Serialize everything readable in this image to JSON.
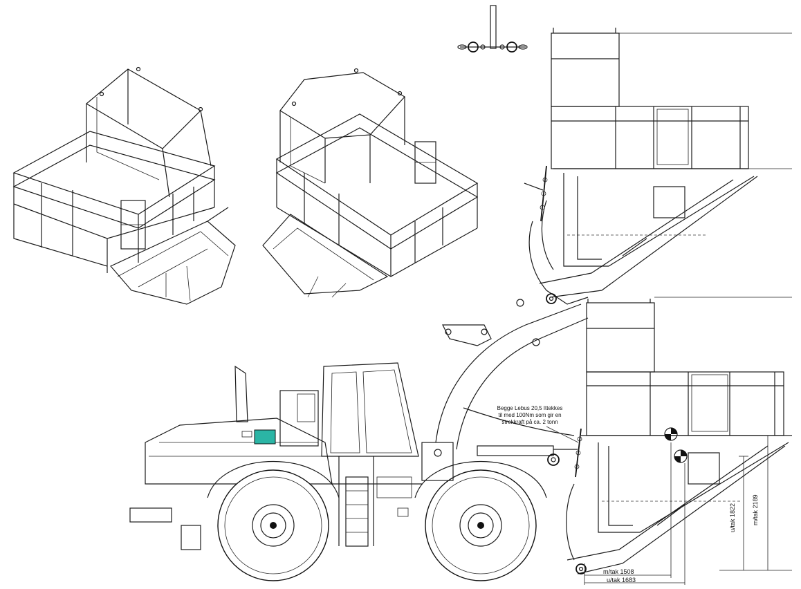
{
  "annotation": {
    "lines": [
      "Begge Lebus 20,5 Ittekkes",
      "til med 100Nm som gir en",
      "strekkraft på ca. 2 tonn"
    ]
  },
  "dimensions": {
    "m_tak_2189": "m/tak 2189",
    "u_tak_1822": "u/tak 1822",
    "m_tak_1508": "m/tak 1508",
    "u_tak_1683": "u/tak 1683"
  },
  "colors": {
    "accent_panel": "#2bb5a5",
    "line": "#1a1a1a",
    "background": "#ffffff"
  }
}
